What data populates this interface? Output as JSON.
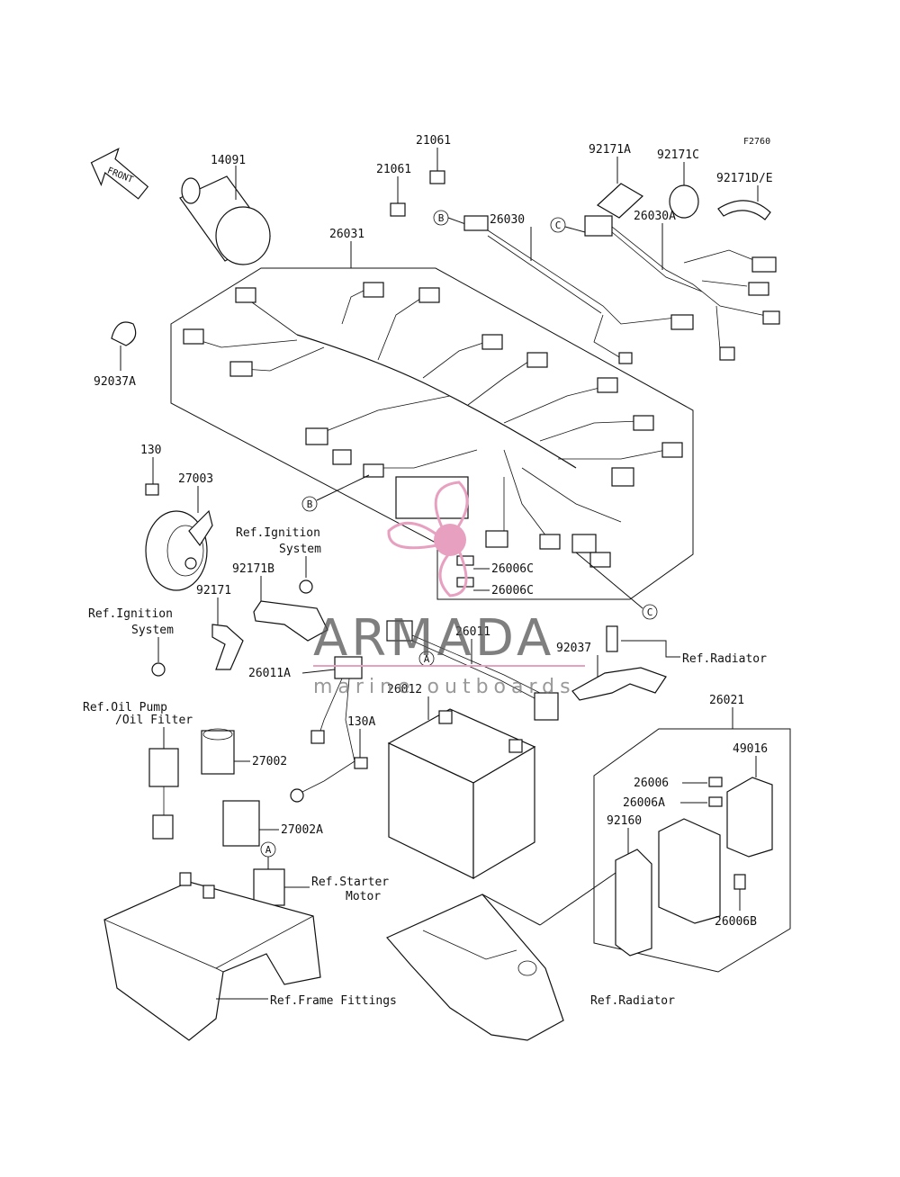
{
  "figure_code": "F2760",
  "front_label": "FRONT",
  "circle_refs": {
    "a": "A",
    "b": "B",
    "c": "C"
  },
  "parts": {
    "p14091": "14091",
    "p21061a": "21061",
    "p21061b": "21061",
    "p92171A": "92171A",
    "p92171C": "92171C",
    "p92171DE": "92171D/E",
    "p26030": "26030",
    "p26030A": "26030A",
    "p26031": "26031",
    "p92037A": "92037A",
    "p130": "130",
    "p27003": "27003",
    "p92171B": "92171B",
    "p92171": "92171",
    "p26006Ca": "26006C",
    "p26006Cb": "26006C",
    "p26011": "26011",
    "p92037": "92037",
    "p26011A": "26011A",
    "p26012": "26012",
    "p130A": "130A",
    "p27002": "27002",
    "p27002A": "27002A",
    "p26021": "26021",
    "p49016": "49016",
    "p26006": "26006",
    "p26006A": "26006A",
    "p92160": "92160",
    "p26006B": "26006B"
  },
  "refs": {
    "ignition1_l1": "Ref.Ignition",
    "ignition1_l2": "System",
    "ignition2_l1": "Ref.Ignition",
    "ignition2_l2": "System",
    "radiator_top": "Ref.Radiator",
    "oil_l1": "Ref.Oil Pump",
    "oil_l2": "/Oil Filter",
    "starter_l1": "Ref.Starter",
    "starter_l2": "Motor",
    "frame": "Ref.Frame Fittings",
    "radiator_bottom": "Ref.Radiator"
  },
  "watermark": {
    "brand": "ARMADA",
    "tagline": "marine outboards",
    "brand_color": "#e8a0c0"
  }
}
